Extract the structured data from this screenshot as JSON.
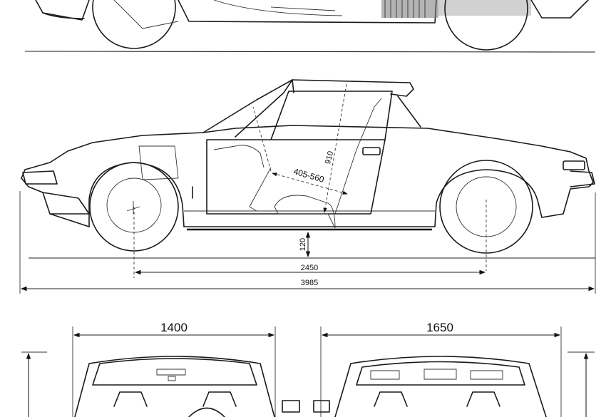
{
  "drawing": {
    "subject": "car-blueprint",
    "dimensions": {
      "leg_room": "405-560",
      "seat_height": "910",
      "ground_clearance": "120",
      "wheelbase": "2450",
      "overall_length": "3985",
      "front_track": "1400",
      "rear_width": "1650"
    }
  }
}
